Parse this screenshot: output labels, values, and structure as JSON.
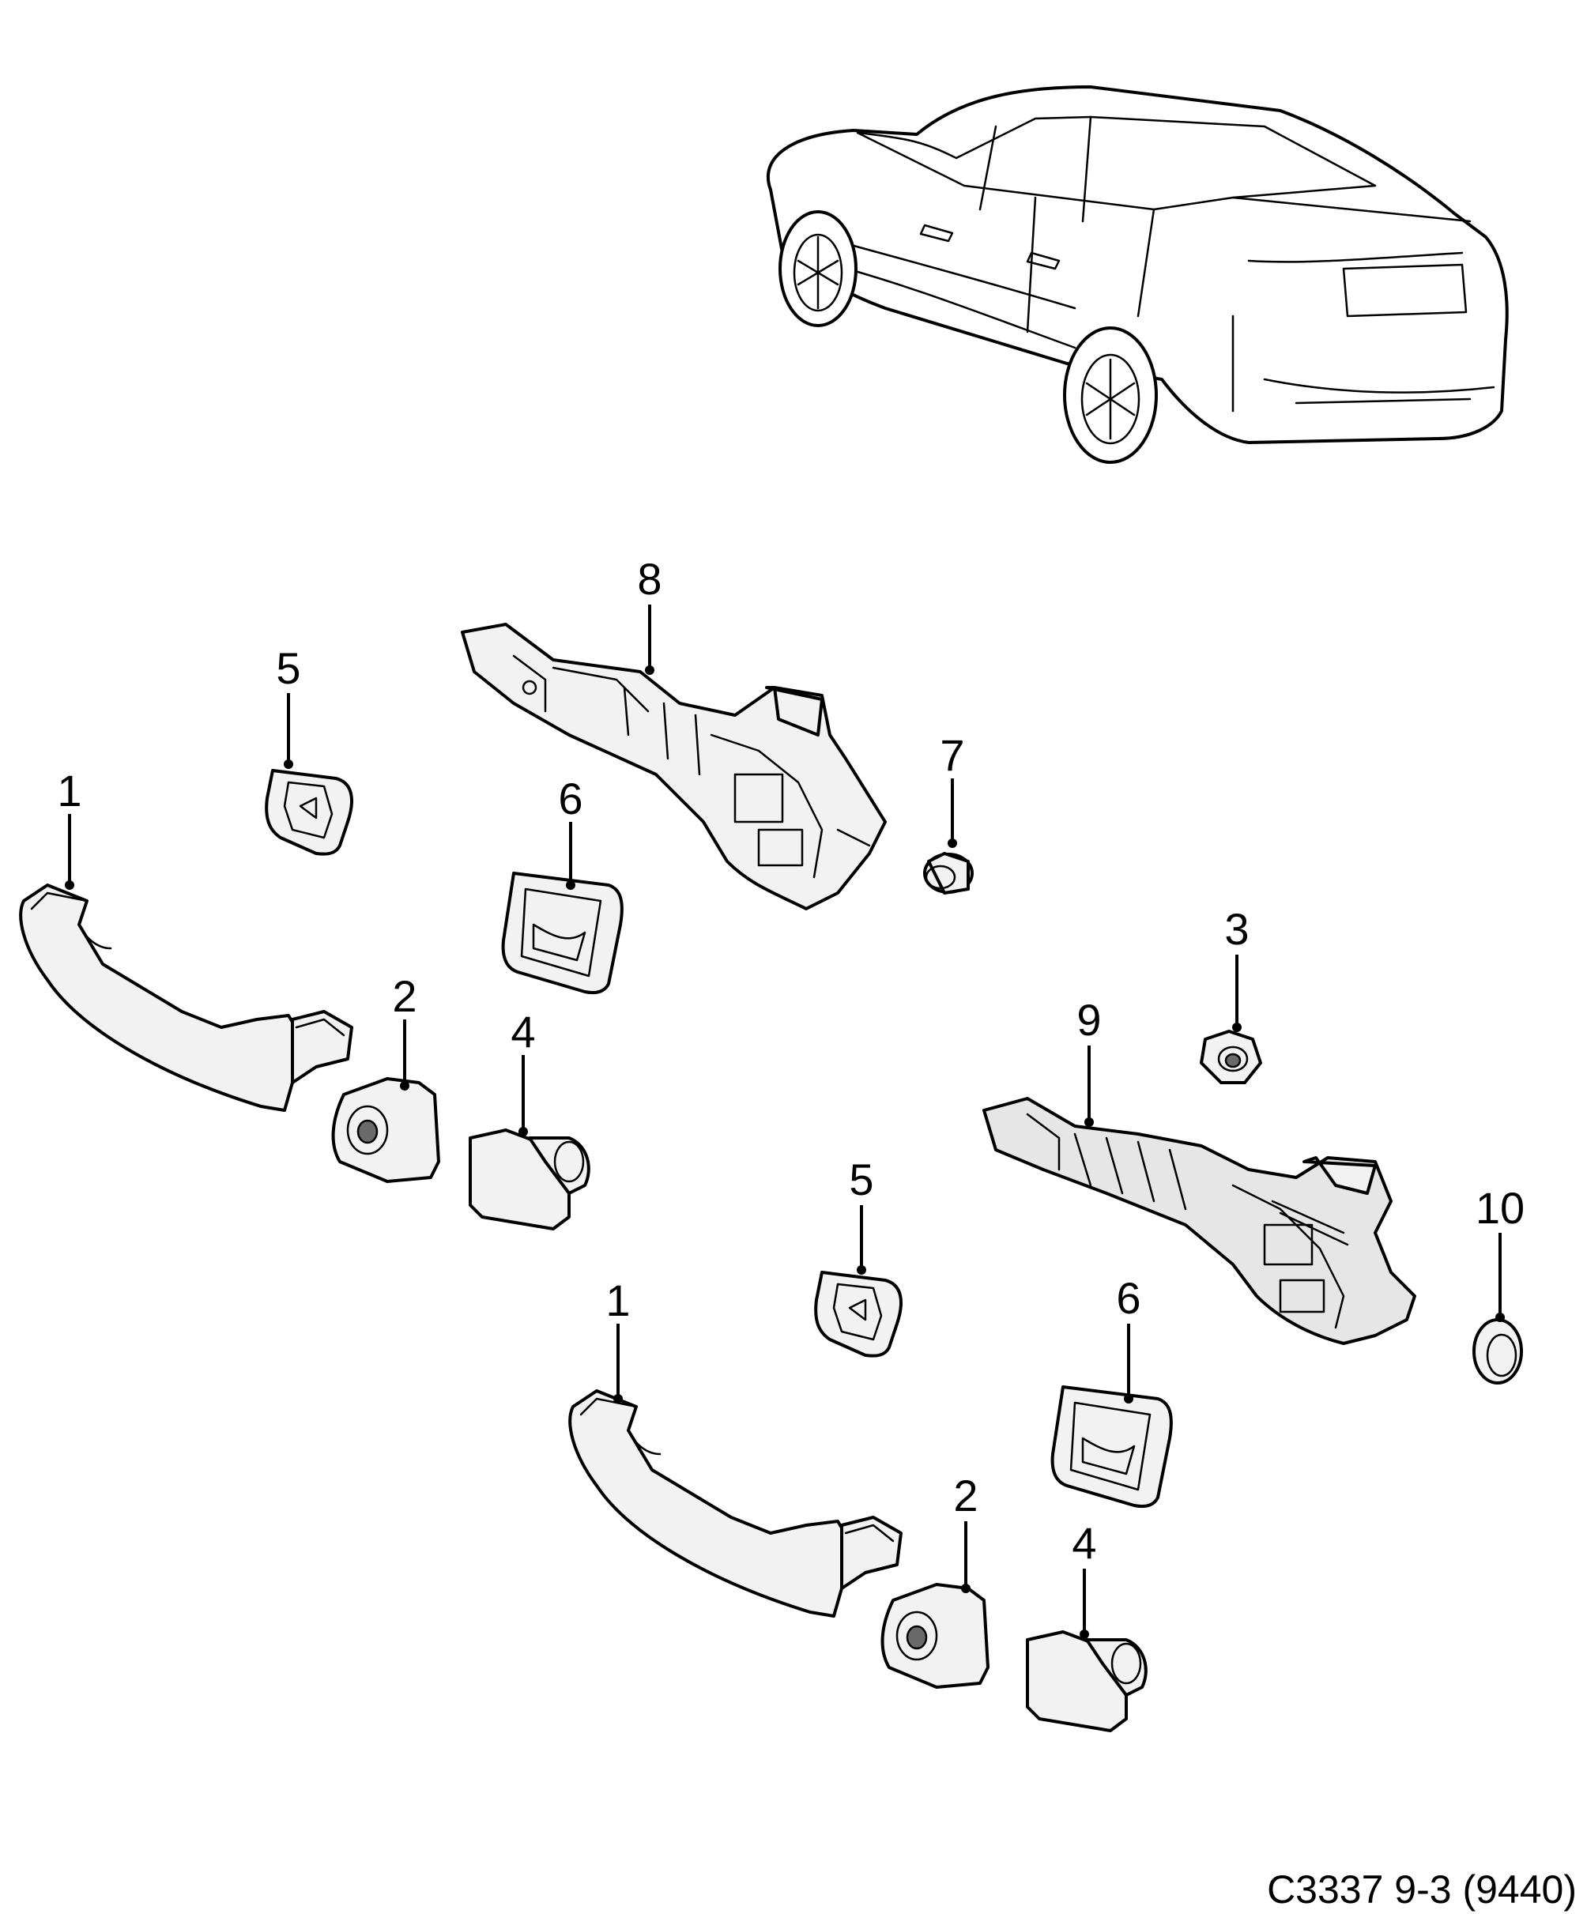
{
  "diagram": {
    "drawing_code": "C3337 9-3 (9440)",
    "callouts": {
      "c1a": "1",
      "c2a": "2",
      "c4a": "4",
      "c5a": "5",
      "c6a": "6",
      "c7": "7",
      "c8": "8",
      "c3": "3",
      "c9": "9",
      "c10": "10",
      "c1b": "1",
      "c2b": "2",
      "c4b": "4",
      "c5b": "5",
      "c6b": "6"
    }
  }
}
